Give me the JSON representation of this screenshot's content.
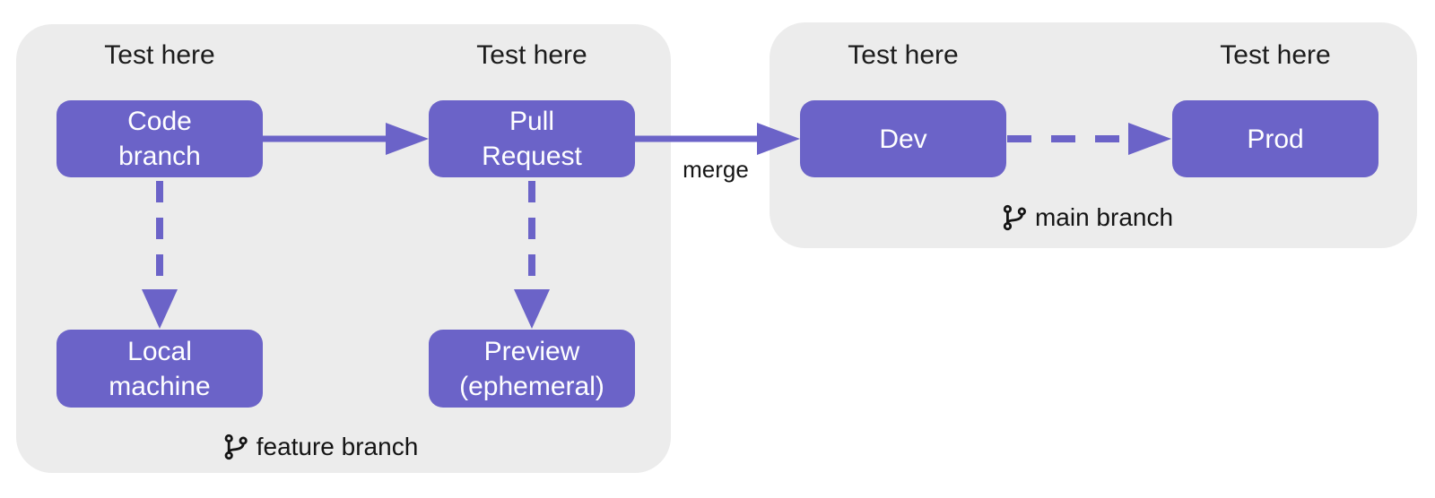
{
  "colors": {
    "canvas_bg": "#ffffff",
    "container_bg": "#ececec",
    "node_fill": "#6b63c8",
    "node_text": "#ffffff",
    "arrow": "#6b63c8",
    "label_text": "#1a1a1a"
  },
  "icons": {
    "branch": "git-branch"
  },
  "feature_group": {
    "test_label_left": "Test here",
    "test_label_right": "Test here",
    "branch_label": "feature branch",
    "nodes": {
      "code_branch": {
        "line1": "Code",
        "line2": "branch"
      },
      "pull_request": {
        "line1": "Pull",
        "line2": "Request"
      },
      "local_machine": {
        "line1": "Local",
        "line2": "machine"
      },
      "preview": {
        "line1": "Preview",
        "line2": "(ephemeral)"
      }
    }
  },
  "main_group": {
    "test_label_left": "Test here",
    "test_label_right": "Test here",
    "branch_label": "main branch",
    "nodes": {
      "dev": {
        "line1": "Dev"
      },
      "prod": {
        "line1": "Prod"
      }
    }
  },
  "edges": {
    "merge_label": "merge"
  }
}
